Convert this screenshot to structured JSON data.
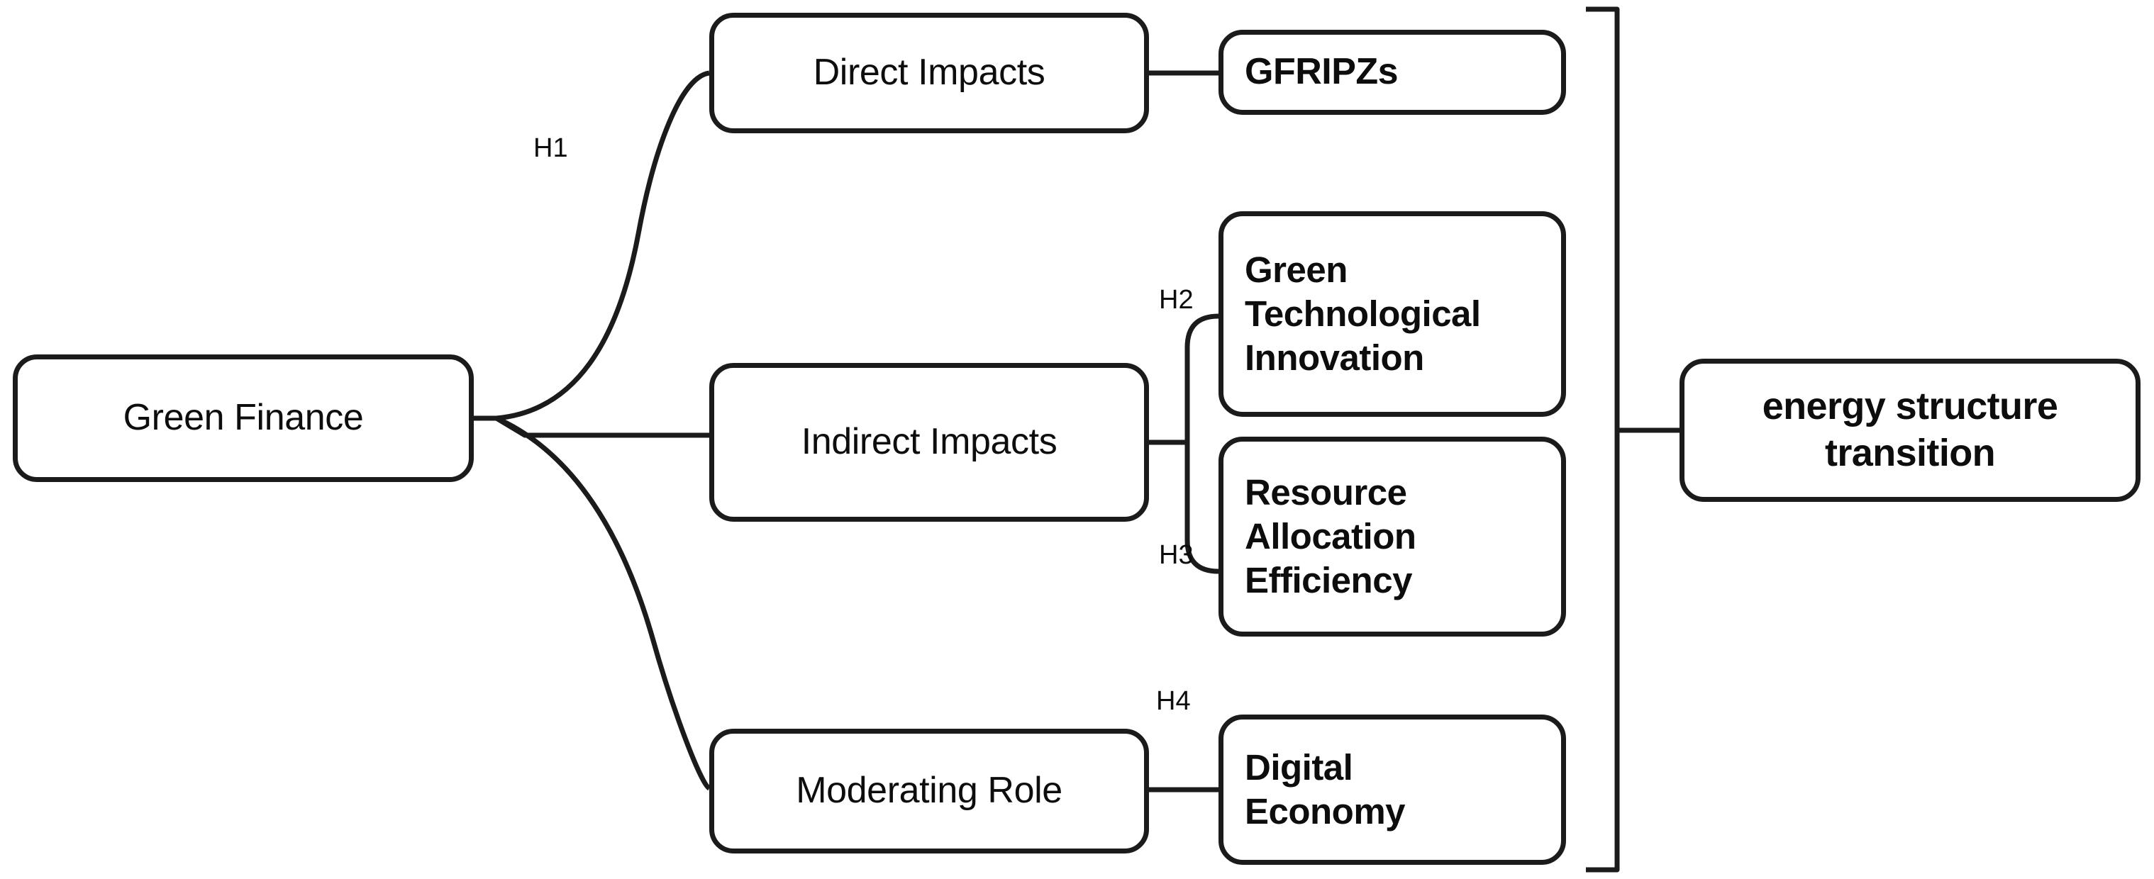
{
  "diagram": {
    "title": "Green Finance and Energy Structure Transition Research Framework",
    "type": "conceptual-framework",
    "stroke_color": "#1b1b1b",
    "background_color": "#ffffff",
    "text_color": "#0d0d0d"
  },
  "nodes": {
    "root": {
      "label": "Green Finance"
    },
    "direct": {
      "label": "Direct Impacts"
    },
    "indirect": {
      "label": "Indirect Impacts"
    },
    "moderating": {
      "label": "Moderating Role"
    },
    "gfripzs": {
      "label": "GFRIPZs"
    },
    "green_tech": {
      "label": "Green\nTechnological\n Innovation"
    },
    "resource": {
      "label": "Resource\nAllocation\nEfficiency"
    },
    "digital": {
      "label": "Digital\nEconomy"
    },
    "outcome": {
      "label": "energy structure\ntransition"
    }
  },
  "edge_labels": {
    "h1": "H1",
    "h2": "H2",
    "h3": "H3",
    "h4": "H4"
  }
}
